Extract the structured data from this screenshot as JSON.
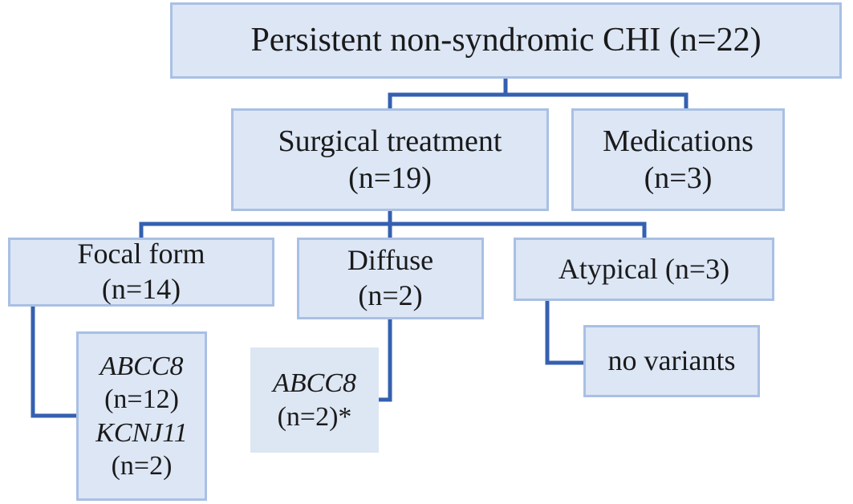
{
  "root": {
    "label": "Persistent non-syndromic CHI (n=22)"
  },
  "surgical": {
    "line1": "Surgical treatment",
    "line2": "(n=19)"
  },
  "medications": {
    "line1": "Medications",
    "line2": "(n=3)"
  },
  "focal": {
    "line1": "Focal form",
    "line2": "(n=14)"
  },
  "diffuse": {
    "line1": "Diffuse",
    "line2": "(n=2)"
  },
  "atypical": {
    "label": "Atypical (n=3)"
  },
  "focal_genes": {
    "gene1": "ABCC8",
    "count1": "(n=12)",
    "gene2": "KCNJ11",
    "count2": "(n=2)"
  },
  "diffuse_genes": {
    "gene1": "ABCC8",
    "count1": "(n=2)*"
  },
  "atypical_result": {
    "label": "no variants"
  },
  "colors": {
    "box_fill": "#dce6f5",
    "box_border": "#a9c0e4",
    "connector": "#3560b0"
  }
}
